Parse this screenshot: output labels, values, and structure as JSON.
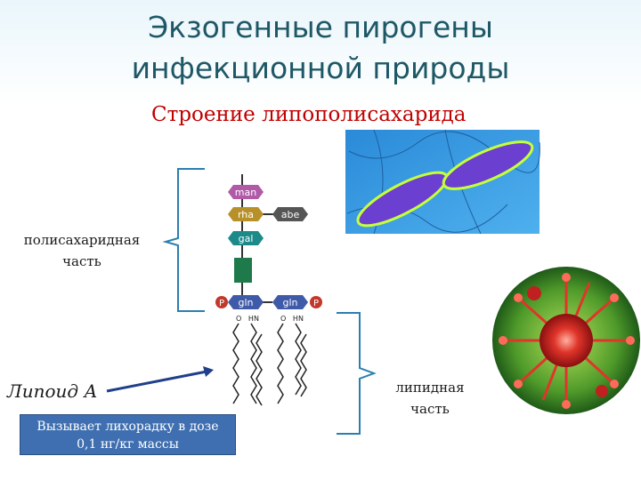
{
  "title": {
    "line1": "Экзогенные пирогены",
    "line2": "инфекционной природы"
  },
  "subtitle": "Строение липополисахарида",
  "labels": {
    "polysaccharide": {
      "line1": "полисахаридная",
      "line2": "часть"
    },
    "lipid": {
      "line1": "липидная",
      "line2": "часть"
    },
    "lipoid": "Липоид А"
  },
  "note": {
    "line1": "Вызывает лихорадку в дозе",
    "line2": "0,1 нг/кг массы"
  },
  "diagram": {
    "sugars": {
      "man": "man",
      "rha": "rha",
      "abe": "abe",
      "gal": "gal"
    },
    "glucosamine_left": "gln",
    "glucosamine_right": "gln",
    "phosphate_left": "P",
    "phosphate_right": "P",
    "linkage_left": "O   HN",
    "linkage_right": "O   HN"
  },
  "colors": {
    "title": "#1e5866",
    "subtitle": "#c00000",
    "note_bg": "#3f6fb0",
    "man": "#b05aa8",
    "rha": "#b8902a",
    "gal": "#1d8a8a",
    "gln": "#3f5aa8",
    "phosphate": "#c0392b",
    "kdo": "#1e7a4a"
  }
}
